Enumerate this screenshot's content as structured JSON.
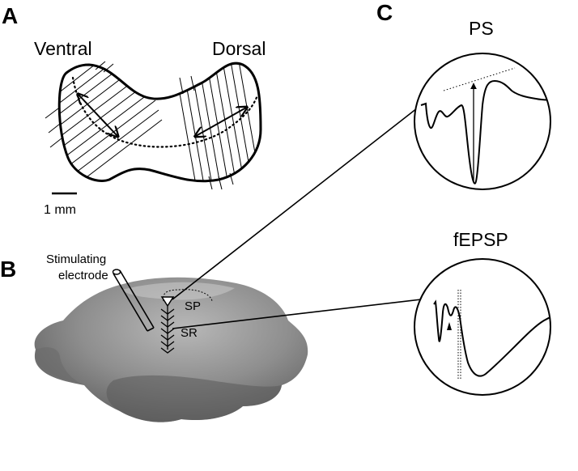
{
  "panels": {
    "a": {
      "letter": "A",
      "ventral": "Ventral",
      "dorsal": "Dorsal",
      "scale_bar": "1 mm"
    },
    "b": {
      "letter": "B",
      "electrode_line1": "Stimulating",
      "electrode_line2": "electrode",
      "sp": "SP",
      "sr": "SR"
    },
    "c": {
      "letter": "C",
      "ps_title": "PS",
      "fepsp_title": "fEPSP"
    }
  },
  "colors": {
    "ink": "#000000",
    "background": "#ffffff",
    "tissue_dark": "#6f6f6f",
    "tissue_light": "#a9a9a9"
  }
}
